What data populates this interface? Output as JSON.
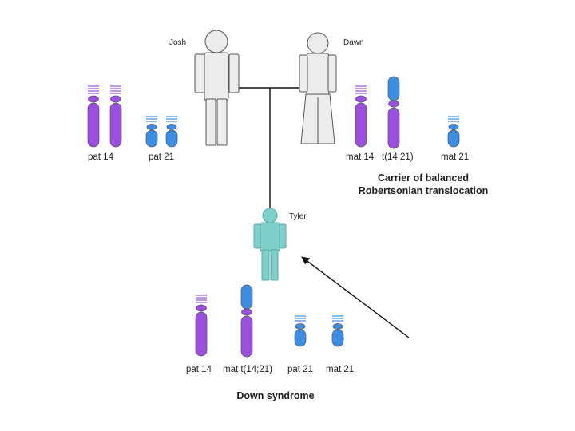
{
  "people": {
    "father": {
      "name": "Josh",
      "color": "#ececec"
    },
    "mother": {
      "name": "Dawn",
      "color": "#ececec"
    },
    "child": {
      "name": "Tyler",
      "color": "#7fcfca"
    }
  },
  "father_chromosomes": [
    {
      "label": "pat 14",
      "kind": "chr14",
      "count": 2
    },
    {
      "label": "pat 21",
      "kind": "chr21",
      "count": 2
    }
  ],
  "mother_chromosomes": [
    {
      "label": "mat 14",
      "kind": "chr14"
    },
    {
      "label": "t(14;21)",
      "kind": "translocation"
    },
    {
      "label": "mat 21",
      "kind": "chr21"
    }
  ],
  "mother_note": [
    "Carrier of balanced",
    "Robertsonian translocation"
  ],
  "child_chromosomes": [
    {
      "label": "pat 14",
      "kind": "chr14"
    },
    {
      "label": "mat t(14;21)",
      "kind": "translocation"
    },
    {
      "label": "pat 21",
      "kind": "chr21"
    },
    {
      "label": "mat 21",
      "kind": "chr21"
    }
  ],
  "child_note": "Down syndrome",
  "colors": {
    "chr14": "#9b4fe0",
    "chr21": "#3a8ee6",
    "line": "#111111",
    "outline": "#555555"
  },
  "icons": [
    "male-figure-icon",
    "female-figure-icon",
    "child-figure-icon",
    "arrow-icon"
  ]
}
